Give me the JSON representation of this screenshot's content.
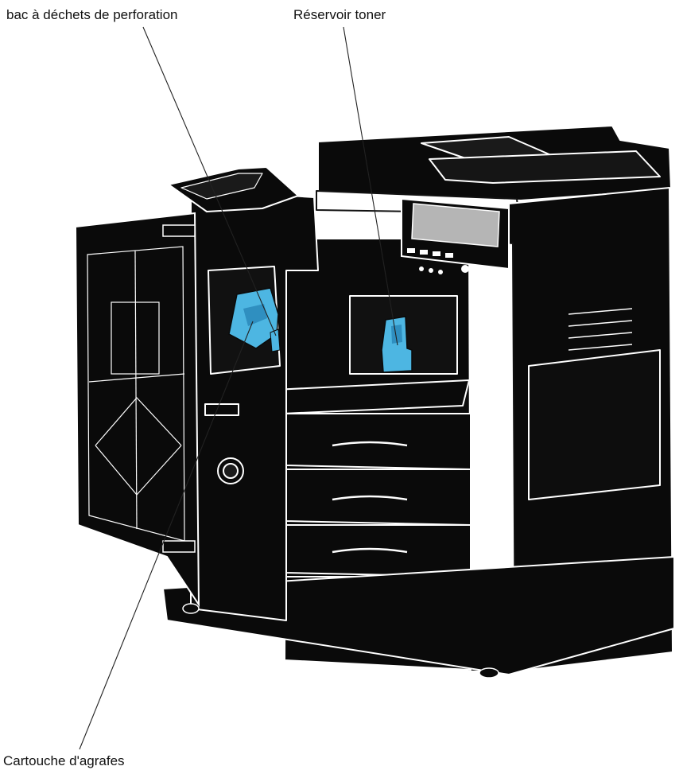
{
  "labels": {
    "punch_waste": "bac à déchets de perforation",
    "toner": "Réservoir toner",
    "staple": "Cartouche d'agrafes"
  },
  "colors": {
    "machine_body": "#0a0a0a",
    "machine_highlight": "#ffffff",
    "part_highlight": "#4db6e2",
    "panel_screen": "#b5b5b5",
    "leader_line": "#222222"
  },
  "icons": {
    "machine": "multifunction-copier-illustration"
  }
}
